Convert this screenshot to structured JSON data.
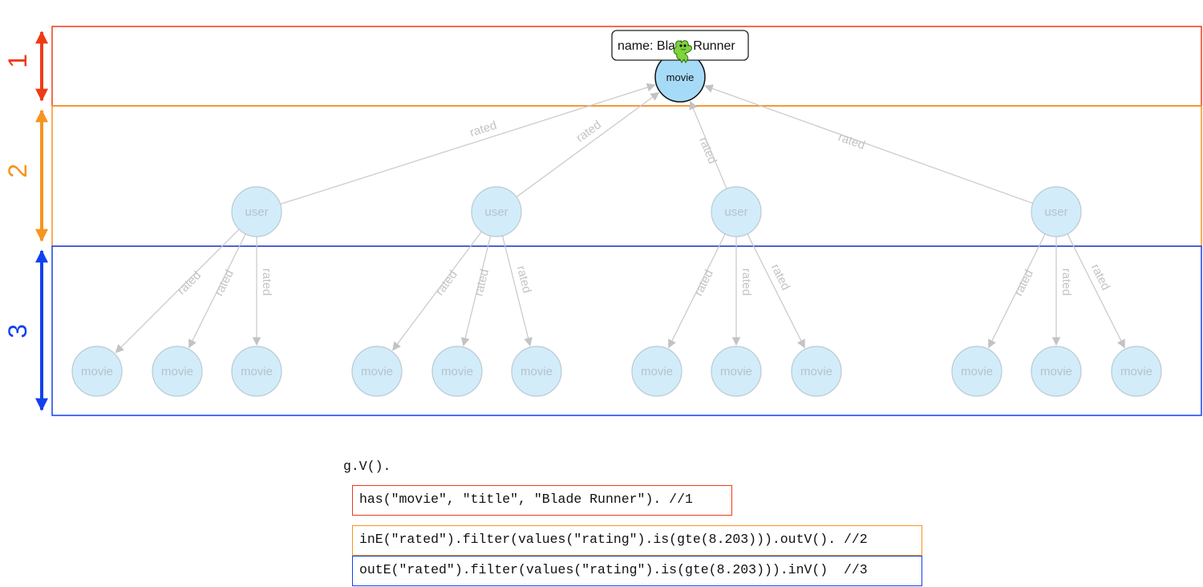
{
  "colors": {
    "step1": "#f03a17",
    "step2": "#f7941d",
    "step3": "#1240f0",
    "node_fill": "#a6dbf8",
    "node_fill_faded": "#d3ecfa",
    "edge": "#c8c8c8",
    "faded_text": "#b4c3cc"
  },
  "steps": [
    {
      "id": "1",
      "label": "1"
    },
    {
      "id": "2",
      "label": "2"
    },
    {
      "id": "3",
      "label": "3"
    }
  ],
  "graph": {
    "root": {
      "label": "movie",
      "tooltip": "name: Blade Runner",
      "icon": "gremlin-mascot-icon"
    },
    "edge_label": "rated",
    "users": [
      {
        "label": "user",
        "movies": [
          "movie",
          "movie",
          "movie"
        ]
      },
      {
        "label": "user",
        "movies": [
          "movie",
          "movie",
          "movie"
        ]
      },
      {
        "label": "user",
        "movies": [
          "movie",
          "movie",
          "movie"
        ]
      },
      {
        "label": "user",
        "movies": [
          "movie",
          "movie",
          "movie"
        ]
      }
    ]
  },
  "code": {
    "head": "g.V().",
    "lines": [
      {
        "step": "1",
        "text": "has(\"movie\", \"title\", \"Blade Runner\"). //1"
      },
      {
        "step": "2",
        "text": "inE(\"rated\").filter(values(\"rating\").is(gte(8.203))).outV(). //2"
      },
      {
        "step": "3",
        "text": "outE(\"rated\").filter(values(\"rating\").is(gte(8.203))).inV()  //3"
      }
    ]
  }
}
